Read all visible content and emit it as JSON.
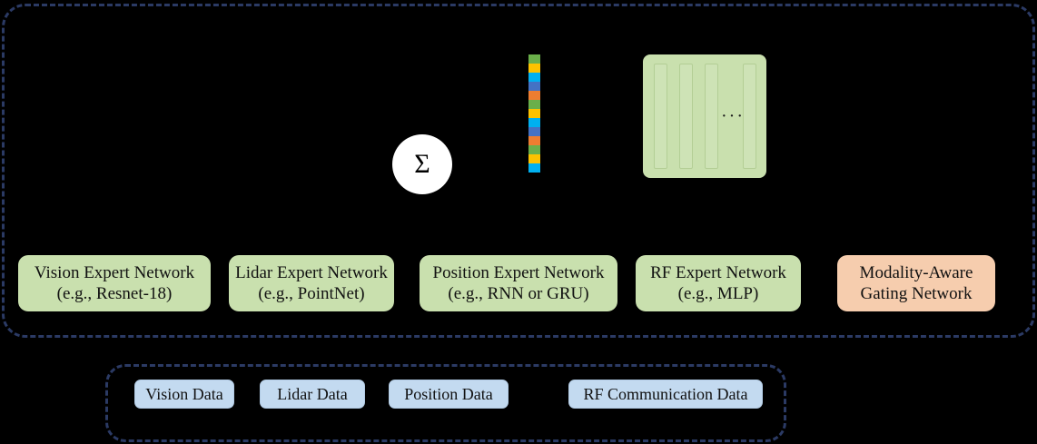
{
  "diagram": {
    "background_color": "#000000",
    "boundaries": {
      "outer_label": "model-system-boundary",
      "input_label": "input-data-boundary",
      "dash_color": "#2b3a64"
    },
    "colors": {
      "expert_fill": "#c9e0ae",
      "gating_fill": "#f6cdae",
      "data_fill": "#c3daf0",
      "sigma_fill": "#ffffff",
      "dashed_border": "#2b3a64"
    },
    "experts": [
      {
        "title": "Vision Expert Network",
        "subtitle": "(e.g., Resnet-18)"
      },
      {
        "title": "Lidar Expert Network",
        "subtitle": "(e.g., PointNet)"
      },
      {
        "title": "Position Expert Network",
        "subtitle": "(e.g., RNN or GRU)"
      },
      {
        "title": "RF Expert Network",
        "subtitle": "(e.g., MLP)"
      }
    ],
    "gating": {
      "title": "Modality-Aware",
      "subtitle": "Gating Network"
    },
    "inputs": [
      {
        "label": "Vision Data"
      },
      {
        "label": "Lidar Data"
      },
      {
        "label": "Position Data"
      },
      {
        "label": "RF Communication Data"
      }
    ],
    "aggregation": {
      "symbol": "Σ",
      "name": "weighted-sum"
    },
    "feature_vector": {
      "name": "fused-feature-vector",
      "segments": [
        "#6aaf4a",
        "#fcc200",
        "#00b0f0",
        "#4472c4",
        "#ed7d31",
        "#6aaf4a",
        "#fcc200",
        "#00b0f0",
        "#4472c4",
        "#ed7d31",
        "#6aaf4a",
        "#fcc200",
        "#00b0f0"
      ]
    },
    "expert_bank": {
      "name": "expert-bank-block",
      "bar_count": 4,
      "ellipsis": "···"
    }
  }
}
